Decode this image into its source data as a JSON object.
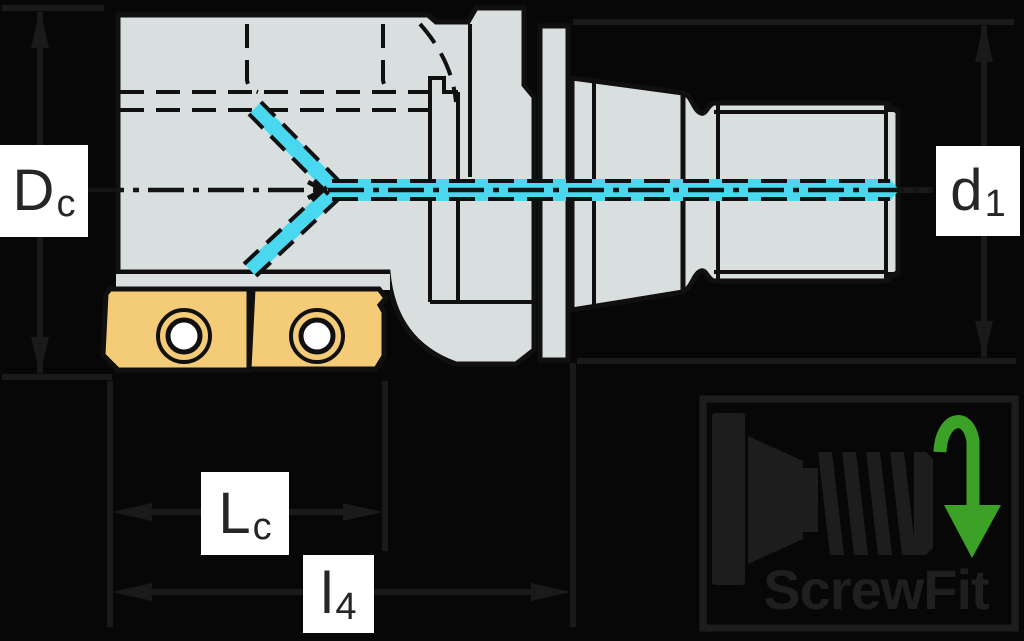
{
  "diagram": {
    "labels": {
      "dc": {
        "main": "D",
        "sub": "c"
      },
      "d1": {
        "main": "d",
        "sub": "1"
      },
      "lc": {
        "main": "L",
        "sub": "c"
      },
      "l4": {
        "main": "l",
        "sub": "4"
      }
    },
    "logo": {
      "text": "ScrewFit",
      "icons": [
        "screwfit-tool-icon",
        "rotation-arrow-icon"
      ]
    },
    "colors": {
      "background": "#070707",
      "body_fill": "#d9dede",
      "outline": "#101010",
      "coolant": "#49d8ef",
      "insert": "#f4cb76",
      "hole_fill": "#ffffff",
      "dimension_line": "#1a1a1a",
      "label_bg": "#ffffff",
      "label_text": "#262626",
      "logo_gray": "#1d1d1d",
      "logo_green": "#3ba227"
    }
  }
}
